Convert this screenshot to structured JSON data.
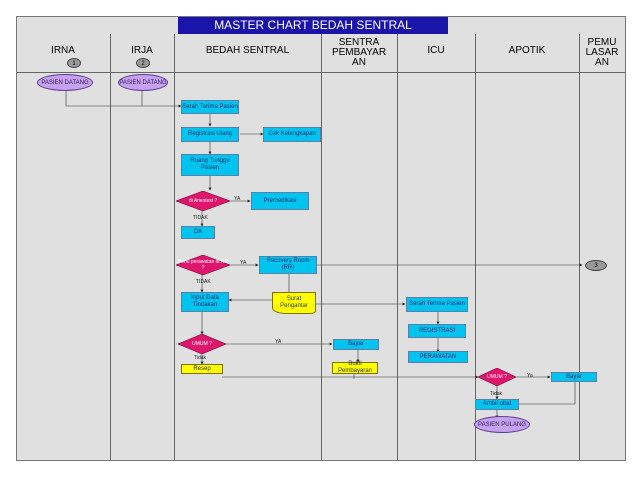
{
  "title": "MASTER CHART BEDAH SENTRAL",
  "lanes": {
    "irna": "IRNA",
    "irja": "IRJA",
    "bedah": "BEDAH SENTRAL",
    "sentra": "SENTRA PEMBAYAR AN",
    "icu": "ICU",
    "apotik": "APOTIK",
    "pemu": "PEMU LASAR AN"
  },
  "markers": {
    "irna": "1",
    "irja": "2",
    "pemu": "3"
  },
  "nodes": {
    "pasien_datang_irna": "PASIEN DATANG",
    "pasien_datang_irja": "PASIEN DATANG",
    "serah_terima": "Serah Terima Pasien",
    "registrasi_ulang": "Registrasi Ulang",
    "cek_kelengkapan": "Cek Kelengkapan",
    "ruang_tunggu": "Ruang Tunggu Pasien",
    "di_anestesi": "di Anestesi ?",
    "premedikasi": "Premedikasi",
    "ok": "OK",
    "perlu_perawatan": "Perlu perawatan di RR ?",
    "recovery_room": "Recovery Room (RR)",
    "input_data": "Input Data Tindakan",
    "surat_pengantar": "Surat Pengantar",
    "serah_terima_icu": "Serah Terima Pasien",
    "registrasi_icu": "REGISTRASI",
    "perawatan_icu": "PERAWATAN",
    "umum_bedah": "UMUM ?",
    "bayar_sentra": "Bayar",
    "resep": "Resep",
    "bukti_pembayaran": "Bukti Pembayaran",
    "umum_apotik": "UMUM ?",
    "bayar_apotik": "Bayar",
    "ambil_obat": "Ambil obat",
    "pasien_pulang": "PASIEN PULANG"
  },
  "edge_labels": {
    "ya1": "YA",
    "tidak1": "TIDAK",
    "ya2": "YA",
    "tidak2": "TIDAK",
    "ya3": "YA",
    "tidak3": "Tidak",
    "ya4": "Ya",
    "tidak4": "Tidak"
  },
  "colors": {
    "title_bg": "#1a14a8",
    "process": "#00c4f0",
    "decision": "#e0156e",
    "document": "#ffff00",
    "terminal": "#c8a0f0"
  }
}
